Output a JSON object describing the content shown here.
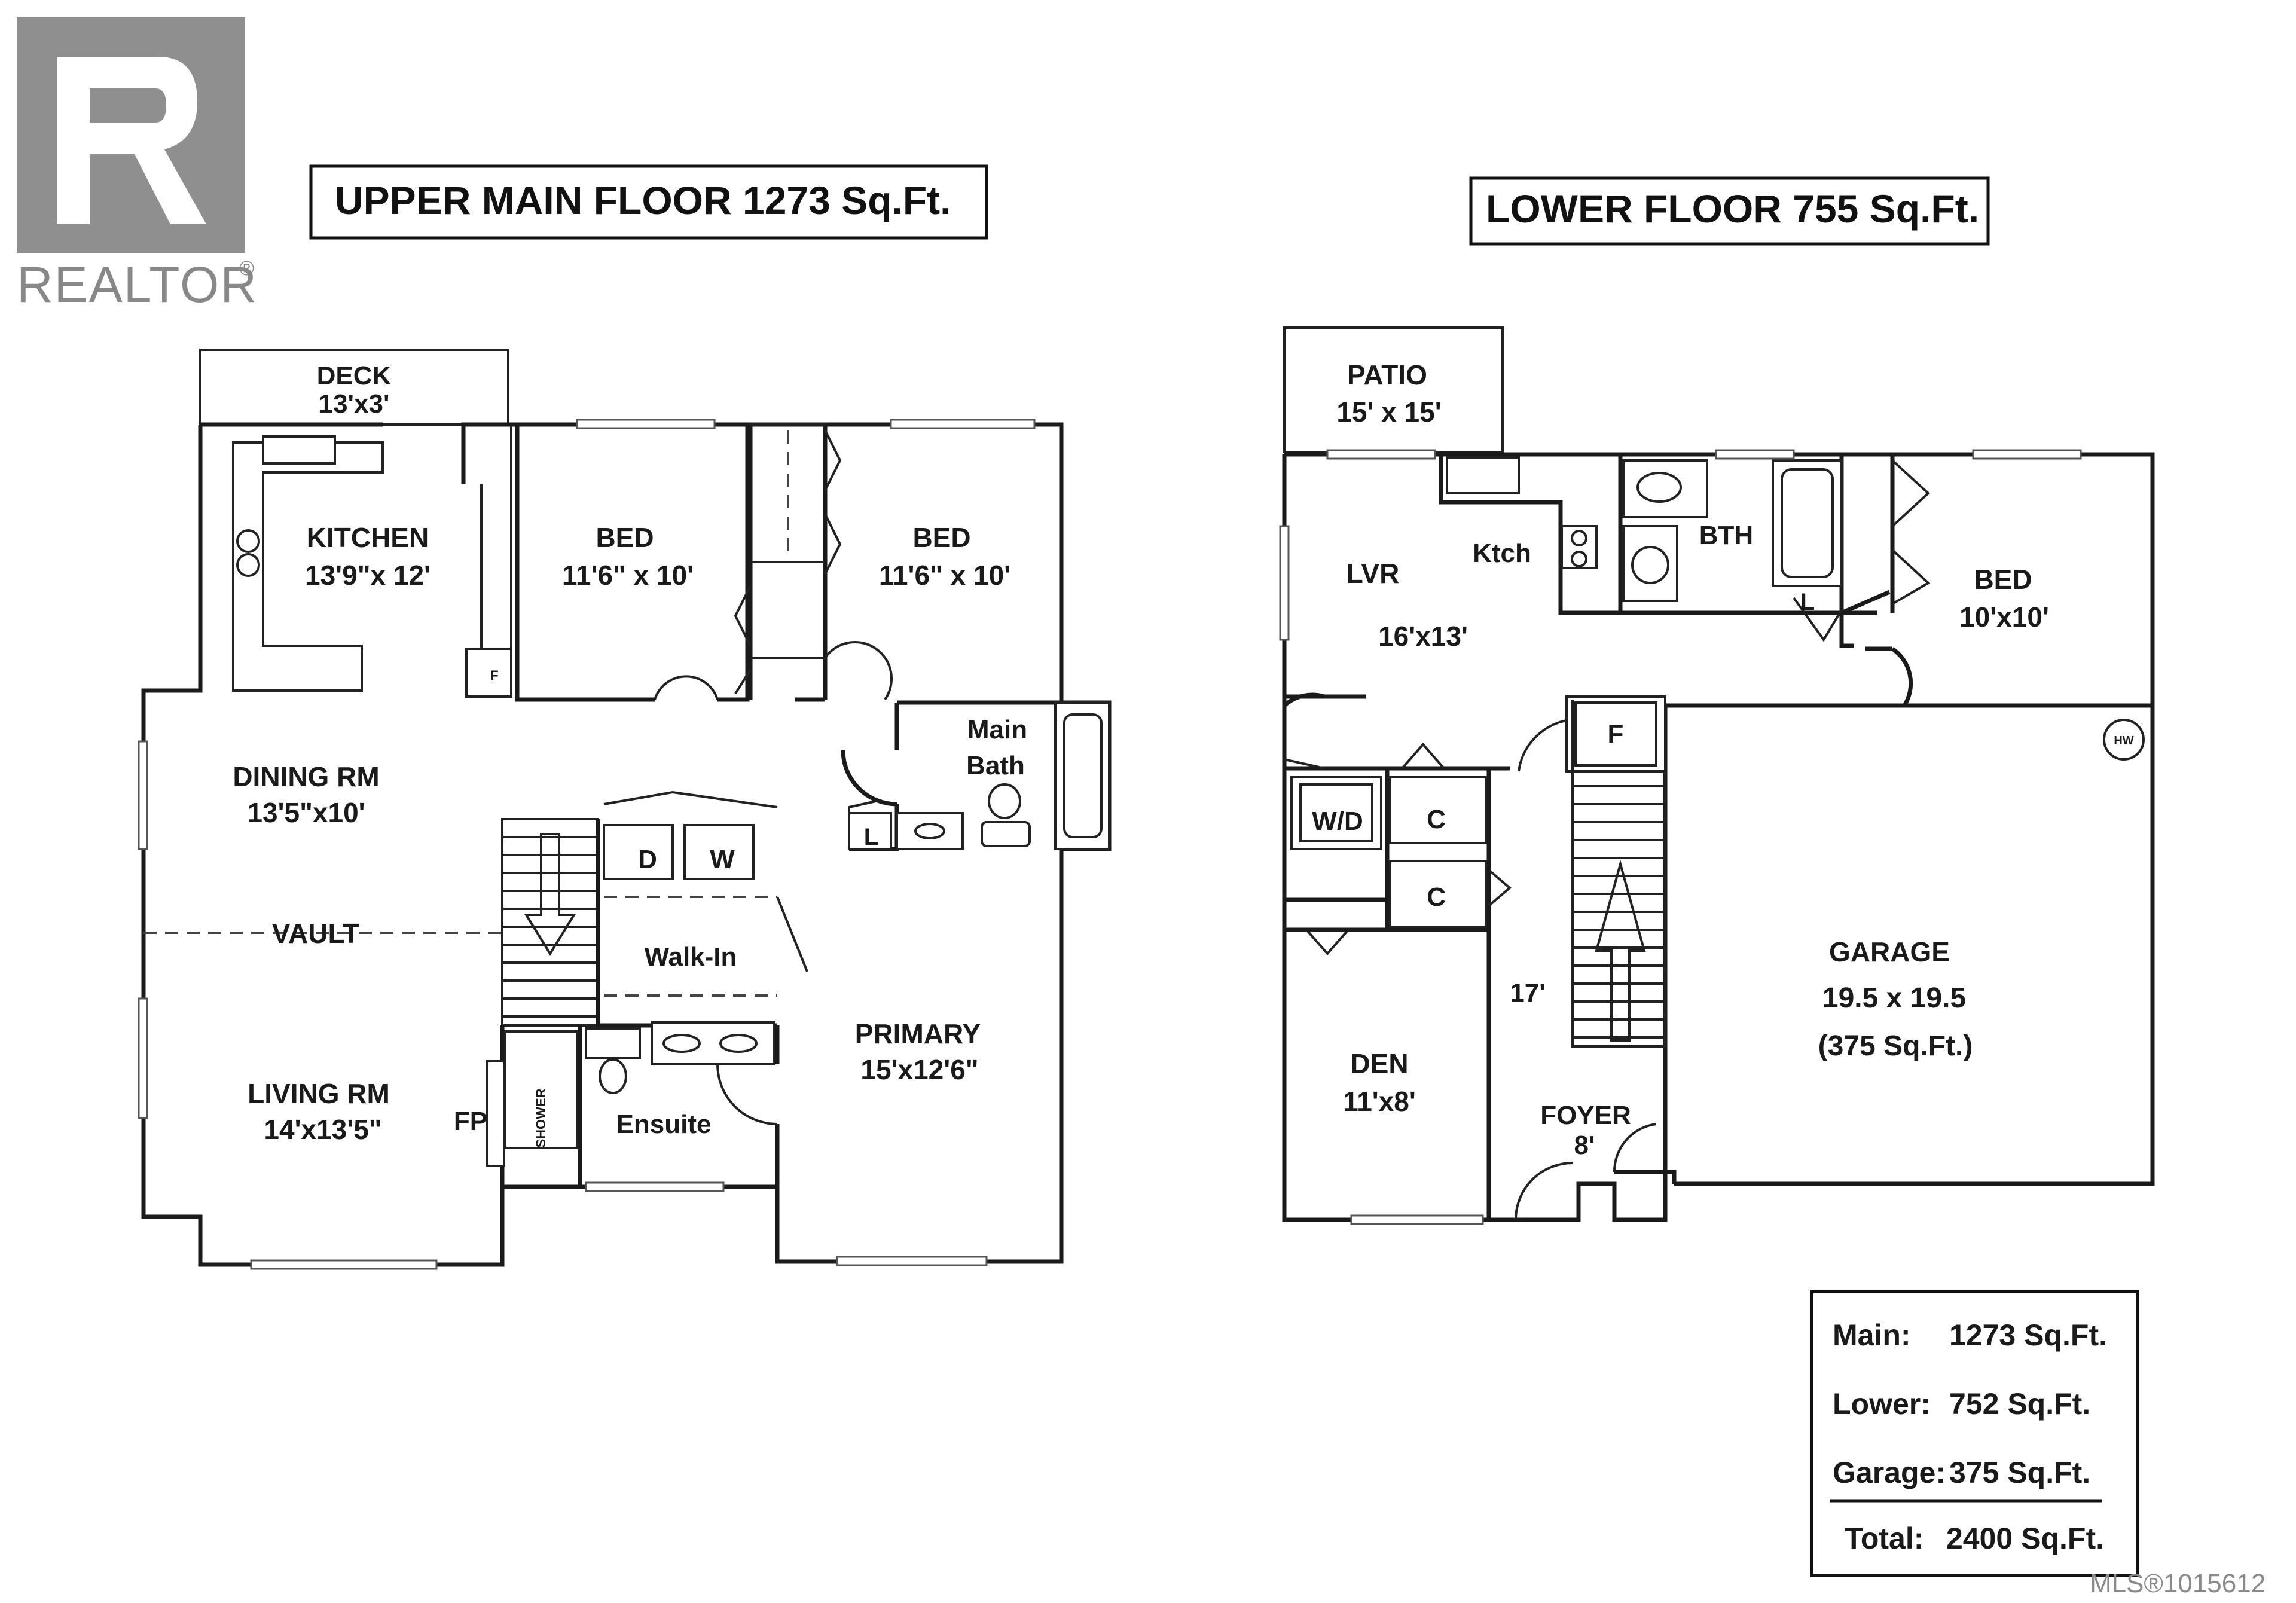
{
  "logo": {
    "name": "REALTOR",
    "mark": "®"
  },
  "titles": {
    "upper": "UPPER MAIN FLOOR  1273 Sq.Ft.",
    "lower": "LOWER FLOOR 755 Sq.Ft."
  },
  "upper_rooms": {
    "deck_name": "DECK",
    "deck_dim": "13'x3'",
    "kitchen_name": "KITCHEN",
    "kitchen_dim": "13'9\"x 12'",
    "bed1_name": "BED",
    "bed1_dim": "11'6\" x 10'",
    "bed2_name": "BED",
    "bed2_dim": "11'6\" x 10'",
    "dining_name": "DINING RM",
    "dining_dim": "13'5\"x10'",
    "vault": "VAULT",
    "living_name": "LIVING RM",
    "living_dim": "14'x13'5\"",
    "fp": "FP",
    "main_bath_1": "Main",
    "main_bath_2": "Bath",
    "dryer": "D",
    "washer": "W",
    "walkin": "Walk-In",
    "primary_name": "PRIMARY",
    "primary_dim": "15'x12'6\"",
    "ensuite": "Ensuite",
    "shower": "SHOWER",
    "f": "F",
    "l": "L"
  },
  "lower_rooms": {
    "patio_name": "PATIO",
    "patio_dim": "15' x 15'",
    "lvr_name": "LVR",
    "lvr_dim": "16'x13'",
    "ktch": "Ktch",
    "bth": "BTH",
    "bed_name": "BED",
    "bed_dim": "10'x10'",
    "hw": "HW",
    "f": "F",
    "wd": "W/D",
    "c1": "C",
    "c2": "C",
    "l": "L",
    "stair_len": "17'",
    "den_name": "DEN",
    "den_dim": "11'x8'",
    "foyer_name": "FOYER",
    "foyer_dim": "8'",
    "garage_name": "GARAGE",
    "garage_dim": "19.5 x 19.5",
    "garage_area": "(375 Sq.Ft.)"
  },
  "summary": [
    {
      "label": "Main:",
      "value": "1273 Sq.Ft."
    },
    {
      "label": "Lower:",
      "value": "752 Sq.Ft."
    },
    {
      "label": "Garage:",
      "value": "375 Sq.Ft."
    },
    {
      "label": "Total:",
      "value": "2400 Sq.Ft."
    }
  ],
  "mls": "MLS®1015612"
}
